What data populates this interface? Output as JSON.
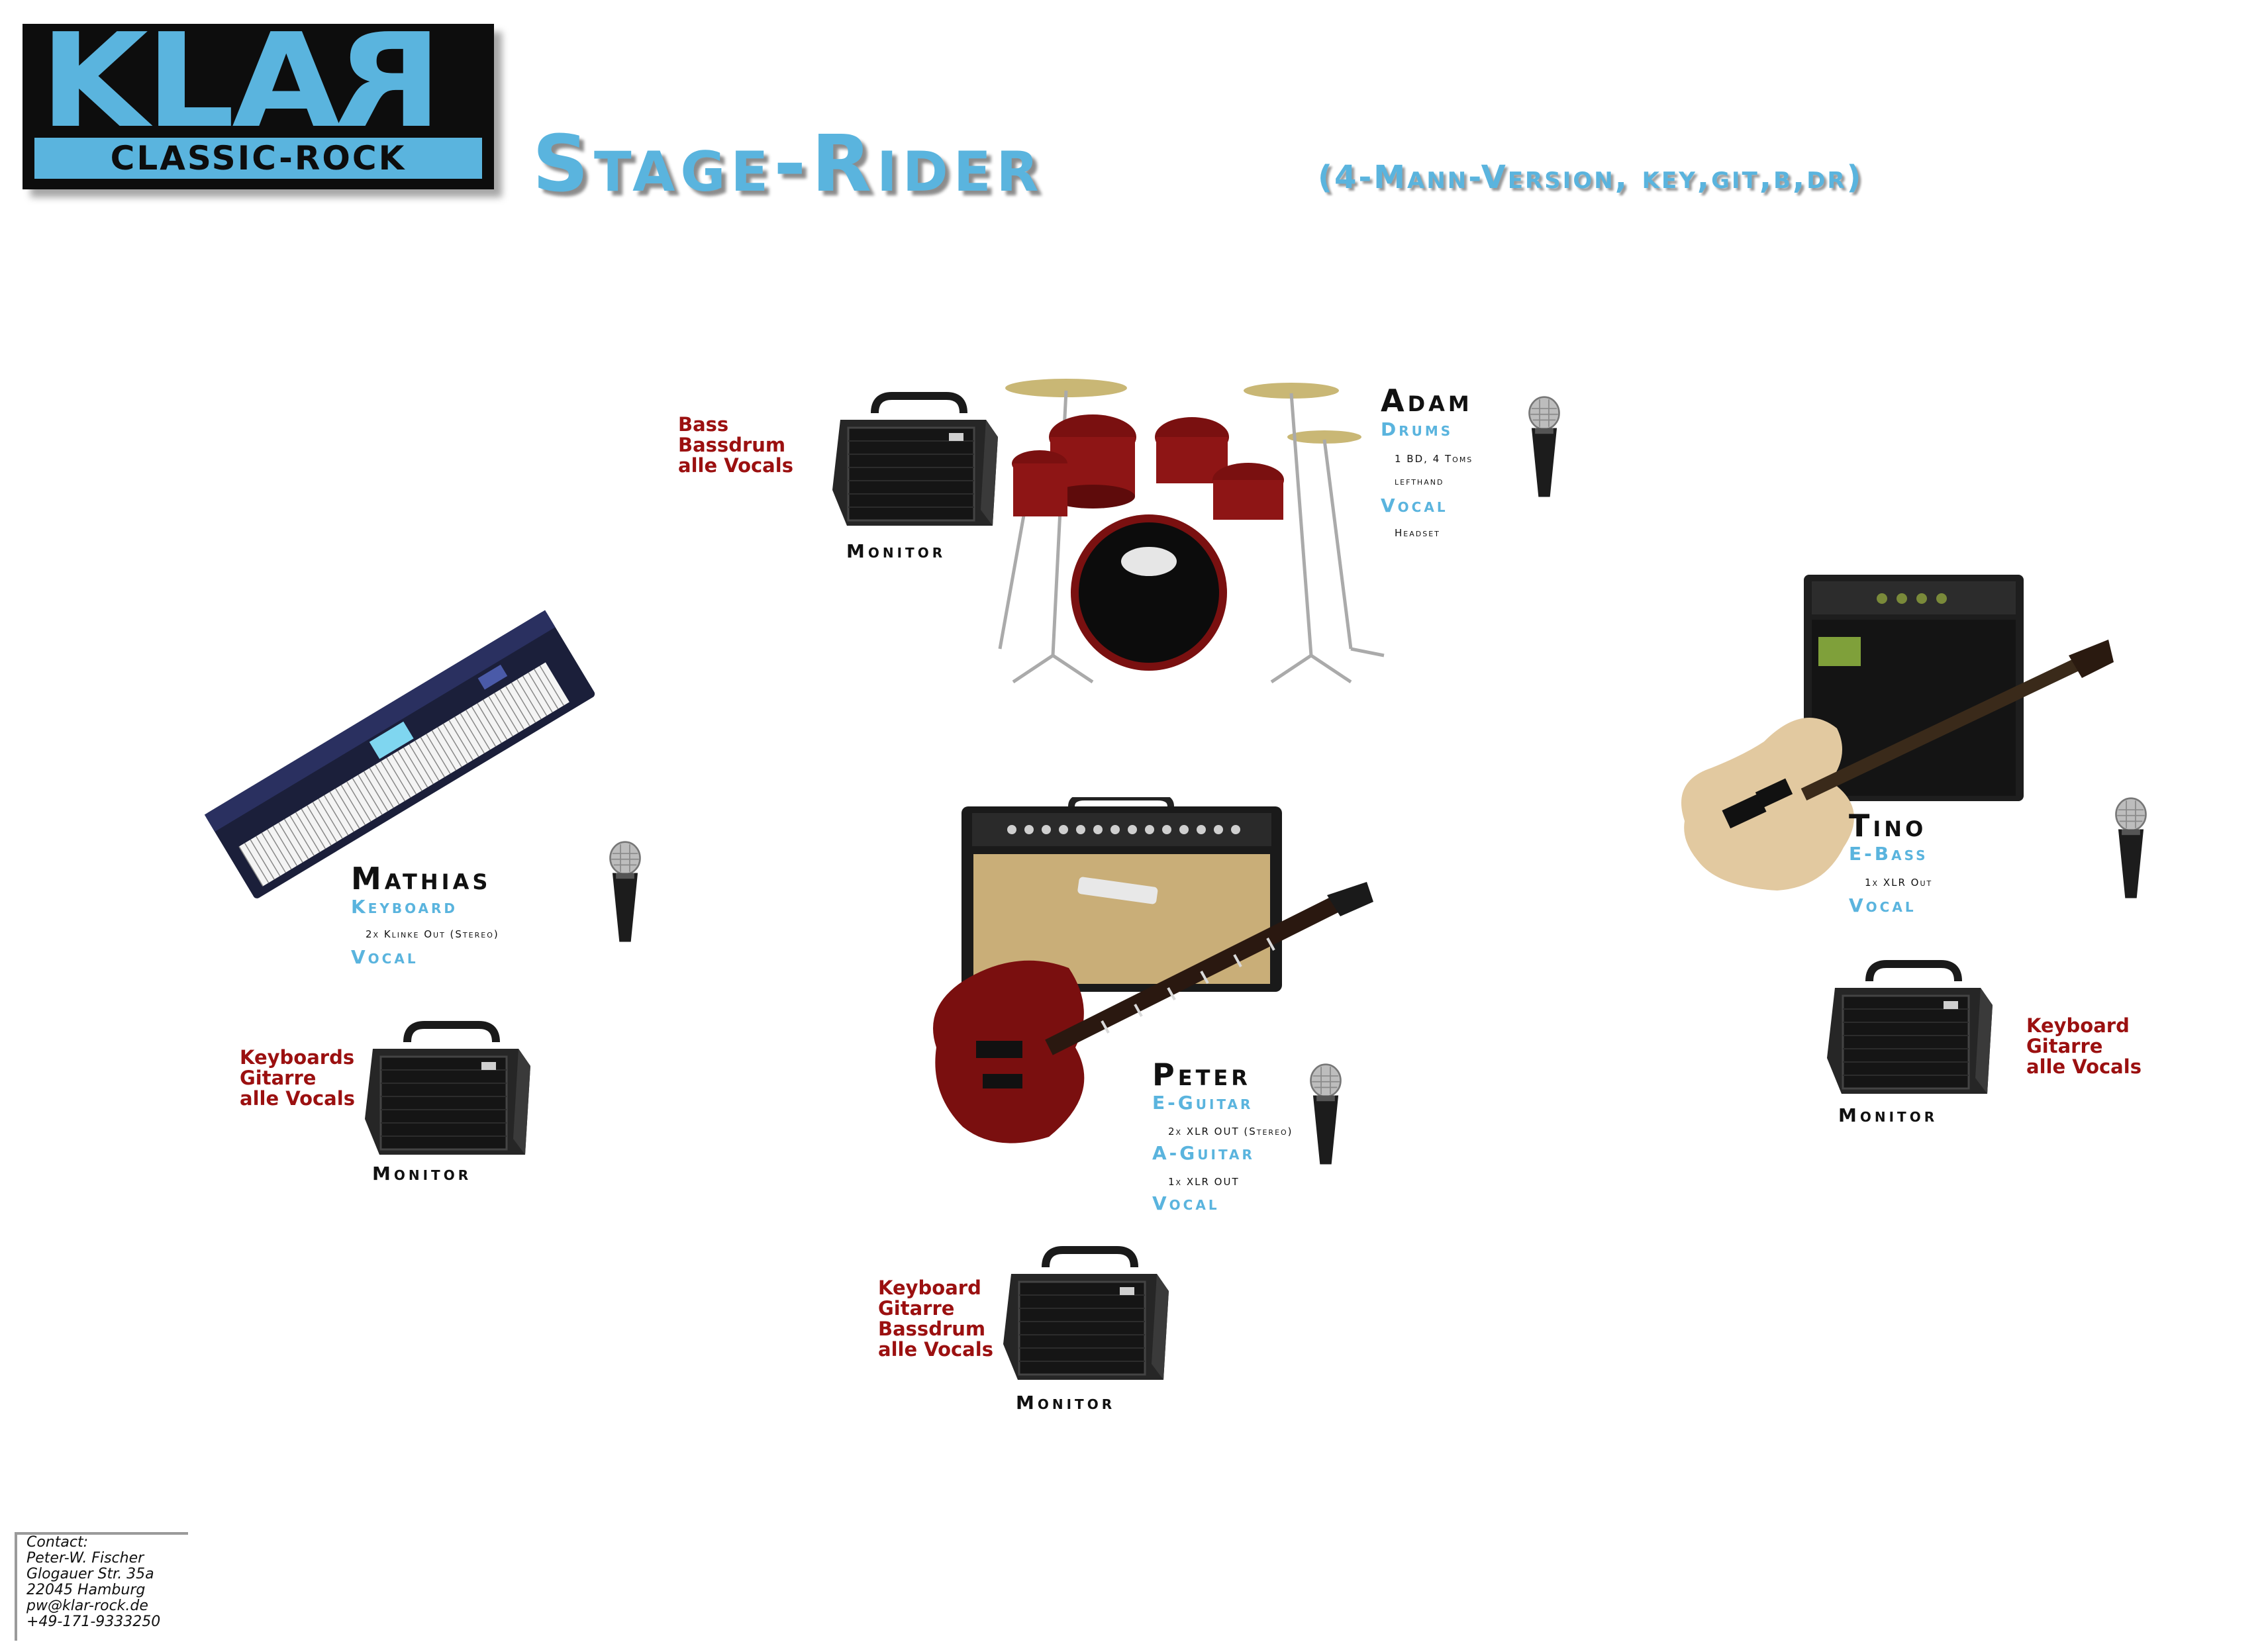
{
  "logo": {
    "main_left": "KLA",
    "main_flipped": "R",
    "sub": "CLASSIC-ROCK"
  },
  "header": {
    "title": "Stage-Rider",
    "subtitle": "(4-Mann-Version, key,git,b,dr)"
  },
  "musicians": {
    "adam": {
      "name": "Adam",
      "role1": "Drums",
      "detail1": "1 BD, 4 Toms",
      "detail1b": "lefthand",
      "role2": "Vocal",
      "detail2": "Headset"
    },
    "mathias": {
      "name": "Mathias",
      "role1": "Keyboard",
      "detail1": "2x Klinke Out (Stereo)",
      "role2": "Vocal"
    },
    "peter": {
      "name": "Peter",
      "role1": "E-Guitar",
      "detail1": "2x XLR OUT (Stereo)",
      "role2": "A-Guitar",
      "detail2": "1x XLR OUT",
      "role3": "Vocal"
    },
    "tino": {
      "name": "Tino",
      "role1": "E-Bass",
      "detail1": "1x XLR Out",
      "role2": "Vocal"
    }
  },
  "monitors": {
    "drums": {
      "label": "Monitor",
      "mix": [
        "Bass",
        "Bassdrum",
        "alle Vocals"
      ]
    },
    "keys": {
      "label": "Monitor",
      "mix": [
        "Keyboards",
        "Gitarre",
        "alle Vocals"
      ]
    },
    "guitar": {
      "label": "Monitor",
      "mix": [
        "Keyboard",
        "Gitarre",
        "Bassdrum",
        "alle Vocals"
      ]
    },
    "bass": {
      "label": "Monitor",
      "mix": [
        "Keyboard",
        "Gitarre",
        "alle Vocals"
      ]
    }
  },
  "contact": {
    "heading": "Contact:",
    "name": "Peter-W. Fischer",
    "street": "Glogauer Str. 35a",
    "city": "22045 Hamburg",
    "email": "pw@klar-rock.de",
    "phone": "+49-171-9333250"
  },
  "colors": {
    "accent": "#5ab4de",
    "mix_text": "#9b1010",
    "logo_bg": "#0d0d0d"
  },
  "icons": [
    "monitor-speaker-icon",
    "microphone-icon",
    "drum-kit-icon",
    "keyboard-icon",
    "guitar-amp-icon",
    "electric-guitar-icon",
    "bass-amp-icon",
    "bass-guitar-icon"
  ]
}
